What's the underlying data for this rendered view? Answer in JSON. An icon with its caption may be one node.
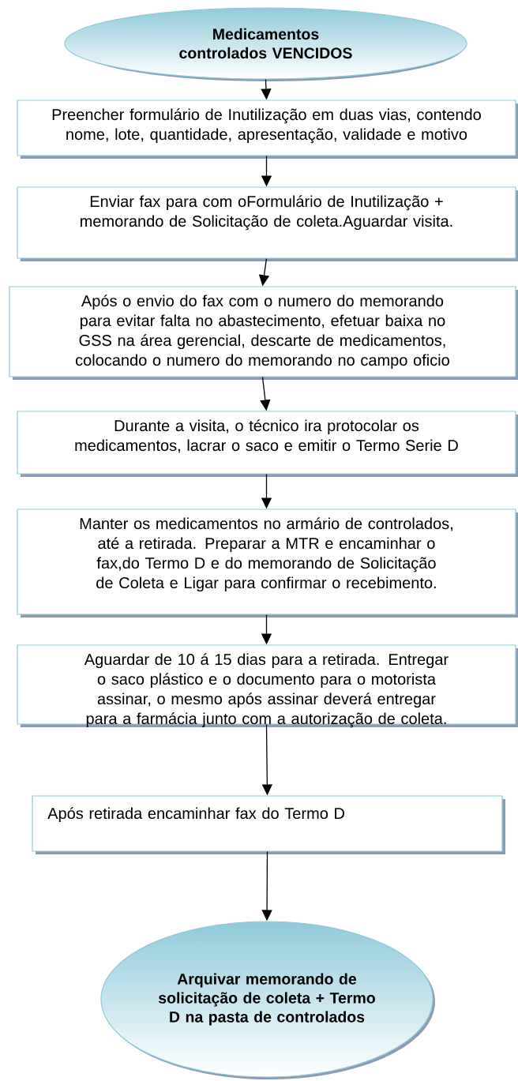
{
  "diagram": {
    "nodes": [
      {
        "text": [
          "Medicamentos controlados VENCIDOS"
        ]
      },
      {
        "text": [
          "Preencher formulário de Inutilização em duas vias, contendo nome, lote, quantidade, apresentação, validade e motivo"
        ]
      },
      {
        "text": [
          "Enviar fax para com oFormulário de Inutilização + memorando de Solicitação de coleta.Aguardar visita."
        ]
      },
      {
        "text": [
          "Após o envio do fax com o numero do memorando para evitar falta no abastecimento, efetuar baixa no GSS na área gerencial, descarte de medicamentos, colocando o numero do memorando no campo oficio"
        ]
      },
      {
        "text": [
          "Durante a visita, o técnico ira protocolar os medicamentos, lacrar o saco e emitir o Termo Serie D"
        ]
      },
      {
        "text": [
          "Manter os medicamentos no armário de controlados, até a retirada. Preparar a MTR e encaminhar o fax,do Termo D e do memorando de  Solicitação de Coleta e Ligar para confirmar o recebimento."
        ]
      },
      {
        "text": [
          "Aguardar de 10 á 15 dias para a retirada. Entregar o saco plástico e o documento  para o motorista assinar, o mesmo após assinar deverá entregar para a farmácia junto com a autorização de coleta."
        ]
      },
      {
        "text": [
          "Após retirada encaminhar fax do Termo D"
        ]
      },
      {
        "text": [
          "Arquivar memorando de solicitação de coleta + Termo D na pasta de controlados"
        ]
      }
    ],
    "edges": [
      {
        "from": 0,
        "to": 1,
        "arrow": "to"
      },
      {
        "from": 1,
        "to": 2,
        "arrow": "to"
      },
      {
        "from": 2,
        "to": 3,
        "arrow": "to"
      },
      {
        "from": 3,
        "to": 4,
        "arrow": "to"
      },
      {
        "from": 4,
        "to": 5,
        "arrow": "to"
      },
      {
        "from": 5,
        "to": 6,
        "arrow": "to"
      },
      {
        "from": 6,
        "to": 7,
        "arrow": "to"
      },
      {
        "from": 7,
        "to": 8,
        "arrow": "to"
      }
    ]
  }
}
